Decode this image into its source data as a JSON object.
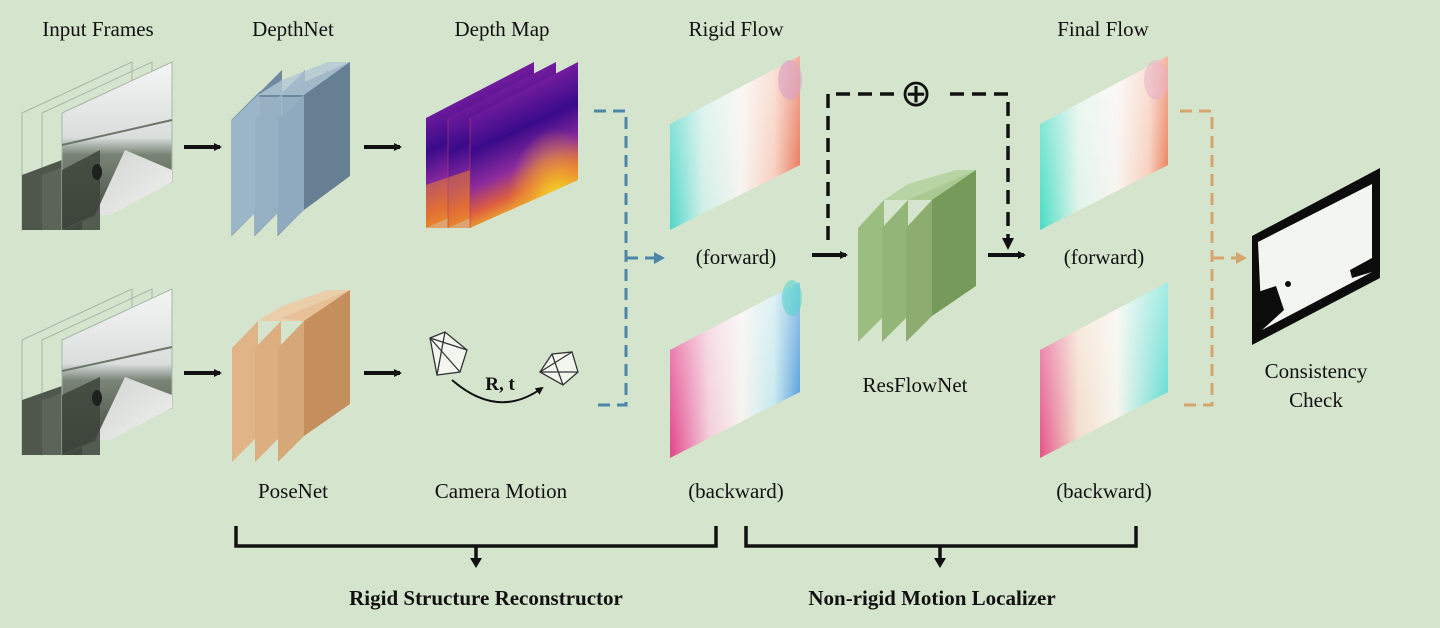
{
  "labels": {
    "input_frames": "Input Frames",
    "depthnet": "DepthNet",
    "depth_map": "Depth Map",
    "rigid_flow": "Rigid Flow",
    "final_flow": "Final Flow",
    "forward_rigid": "(forward)",
    "backward_rigid": "(backward)",
    "forward_final": "(forward)",
    "backward_final": "(backward)",
    "posenet": "PoseNet",
    "camera_motion": "Camera Motion",
    "rt": "R, t",
    "resflownet": "ResFlowNet",
    "consistency_line1": "Consistency",
    "consistency_line2": "Check",
    "rigid_structure": "Rigid Structure Reconstructor",
    "nonrigid_motion": "Non-rigid Motion Localizer",
    "plus_symbol": "⊕"
  },
  "colors": {
    "background": "#d5e4cc",
    "depthnet": "#7f9cb4",
    "posenet": "#d9a877",
    "resflownet": "#85a86a",
    "blue_dash": "#4d86a8",
    "orange_dash": "#d5a56e",
    "black": "#111111"
  }
}
